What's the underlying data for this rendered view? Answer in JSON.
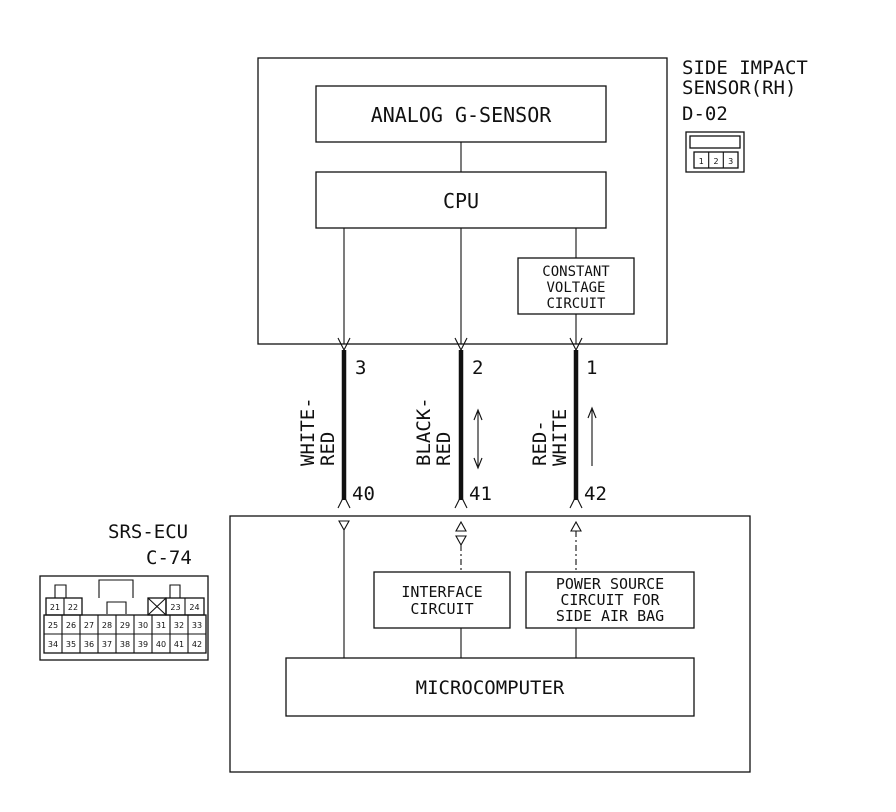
{
  "sensor": {
    "title_line1": "SIDE IMPACT",
    "title_line2": "SENSOR(RH)",
    "connector_id": "D-02",
    "connector_pins": [
      "1",
      "2",
      "3"
    ],
    "analog_label": "ANALOG G-SENSOR",
    "cpu_label": "CPU",
    "constant_line1": "CONSTANT",
    "constant_line2": "VOLTAGE",
    "constant_line3": "CIRCUIT"
  },
  "wires": [
    {
      "color_line1": "WHITE-",
      "color_line2": "RED",
      "sensor_pin": "3",
      "ecu_pin": "40"
    },
    {
      "color_line1": "BLACK-",
      "color_line2": "RED",
      "sensor_pin": "2",
      "ecu_pin": "41"
    },
    {
      "color_line1": "RED-",
      "color_line2": "WHITE",
      "sensor_pin": "1",
      "ecu_pin": "42"
    }
  ],
  "ecu": {
    "title": "SRS-ECU",
    "connector_id": "C-74",
    "interface_line1": "INTERFACE",
    "interface_line2": "CIRCUIT",
    "power_line1": "POWER SOURCE",
    "power_line2": "CIRCUIT FOR",
    "power_line3": "SIDE AIR BAG",
    "micro_label": "MICROCOMPUTER",
    "pins_row1": [
      "21",
      "22",
      "23",
      "24"
    ],
    "pins_row2": [
      "25",
      "26",
      "27",
      "28",
      "29",
      "30",
      "31",
      "32",
      "33"
    ],
    "pins_row3": [
      "34",
      "35",
      "36",
      "37",
      "38",
      "39",
      "40",
      "41",
      "42"
    ]
  }
}
